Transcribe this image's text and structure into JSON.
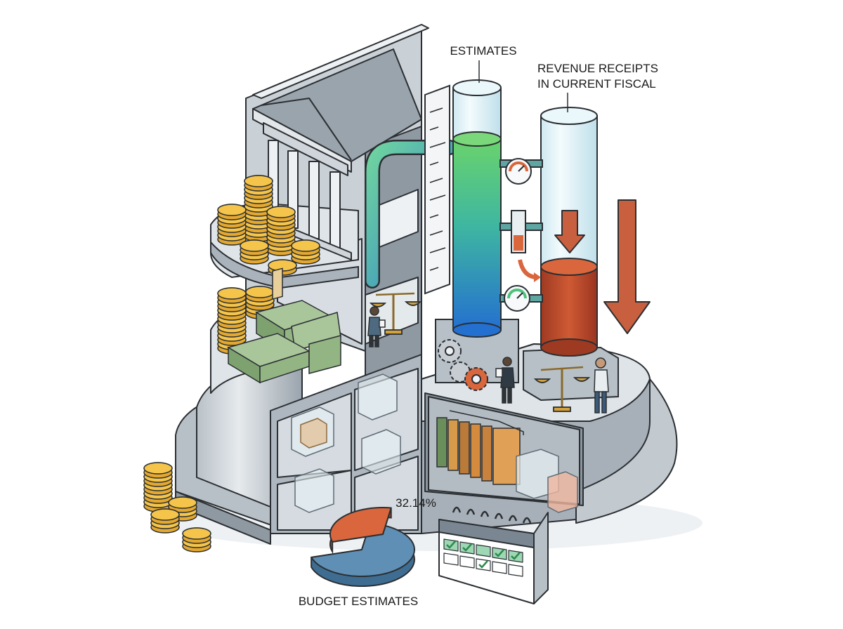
{
  "labels": {
    "estimates": "ESTIMATES",
    "revenue_line1": "REVENUE RECEIPTS",
    "revenue_line2": "IN CURRENT FISCAL",
    "percent": "32.14%",
    "budget_estimates": "BUDGET ESTIMATES"
  },
  "chart_data": {
    "type": "pie",
    "values": [
      67.86,
      32.14
    ],
    "title": "",
    "data_labels": [
      "",
      "32.14%"
    ]
  },
  "colors": {
    "outline": "#2b2f33",
    "building_light": "#dfe4e8",
    "building_mid": "#c3cad0",
    "building_dark": "#8f99a2",
    "tube_glass": "#e3f3f8",
    "liquid_green": "#4cc27a",
    "liquid_blue": "#2b86d6",
    "liquid_red": "#c1502f",
    "arrow_red": "#c8603f",
    "coin": "#f0b93b",
    "money": "#8fb37d",
    "pie_blue": "#5f8fb4",
    "pie_orange": "#d9663c",
    "calendar_green": "#9ed7b4"
  }
}
